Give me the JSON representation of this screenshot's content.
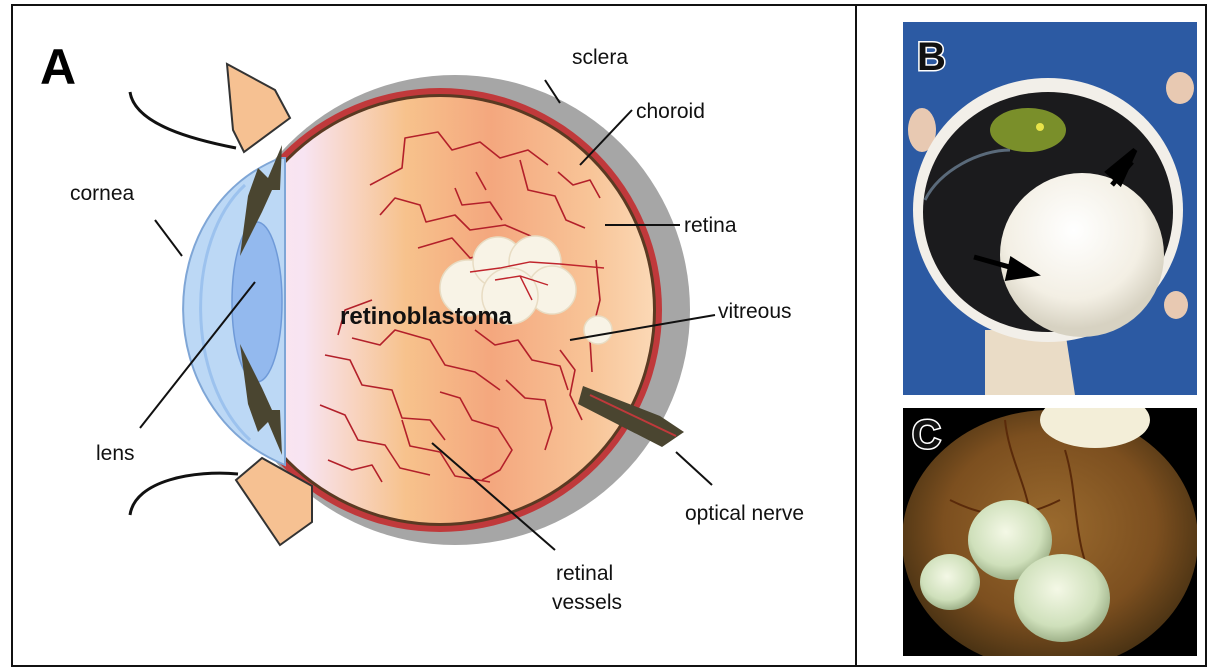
{
  "panels": {
    "a": {
      "letter": "A",
      "labels": {
        "sclera": "sclera",
        "choroid": "choroid",
        "cornea": "cornea",
        "retina": "retina",
        "retinoblastoma": "retinoblastoma",
        "vitreous": "vitreous",
        "lens": "lens",
        "optical_nerve": "optical nerve",
        "retinal_vessels_line1": "retinal",
        "retinal_vessels_line2": "vessels"
      }
    },
    "b": {
      "letter": "B"
    },
    "c": {
      "letter": "C"
    }
  },
  "colors": {
    "sclera": "#a6a6a6",
    "choroid": "#c0393b",
    "cornea": "#bcd8f5",
    "lens": "#93b9ee",
    "eyelid": "#f6c192",
    "muscle": "#4a4530",
    "vessel": "#b3202a",
    "tumor": "#f8f3e6",
    "photo_b_background": "#2c5aa3"
  }
}
